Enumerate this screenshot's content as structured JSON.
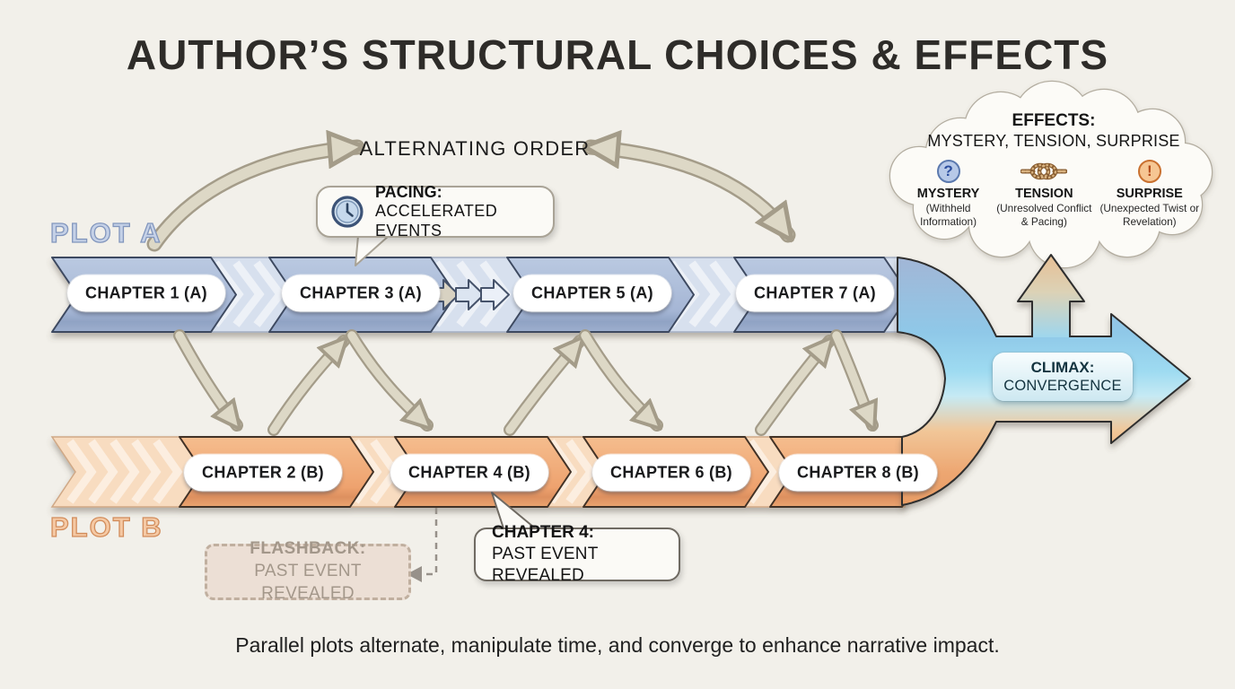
{
  "title": "AUTHOR’S STRUCTURAL CHOICES & EFFECTS",
  "caption": "Parallel plots alternate, manipulate time, and converge to enhance narrative impact.",
  "alternating_order_label": "ALTERNATING ORDER",
  "plot_a": {
    "label": "PLOT A",
    "chapters": [
      "CHAPTER 1 (A)",
      "CHAPTER 3 (A)",
      "CHAPTER 5 (A)",
      "CHAPTER 7 (A)"
    ]
  },
  "plot_b": {
    "label": "PLOT B",
    "chapters": [
      "CHAPTER 2 (B)",
      "CHAPTER 4 (B)",
      "CHAPTER 6 (B)",
      "CHAPTER 8 (B)"
    ]
  },
  "pacing_callout": {
    "icon": "clock-icon",
    "title": "PACING:",
    "text": "ACCELERATED EVENTS"
  },
  "chapter4_callout": {
    "title": "CHAPTER 4:",
    "text": "PAST EVENT REVEALED"
  },
  "flashback_box": {
    "title": "FLASHBACK:",
    "text": "PAST EVENT REVEALED"
  },
  "climax_label": {
    "title": "CLIMAX:",
    "text": "CONVERGENCE"
  },
  "effects_cloud": {
    "title": "EFFECTS:",
    "subtitle": "MYSTERY, TENSION, SURPRISE",
    "items": [
      {
        "icon": "question-icon",
        "glyph": "?",
        "name": "MYSTERY",
        "detail": "(Withheld Information)"
      },
      {
        "icon": "knot-icon",
        "glyph": "",
        "name": "TENSION",
        "detail": "(Unresolved Conflict & Pacing)"
      },
      {
        "icon": "exclamation-icon",
        "glyph": "!",
        "name": "SURPRISE",
        "detail": "(Unexpected Twist or Revelation)"
      }
    ]
  },
  "colors": {
    "background": "#f2f0ea",
    "plot_a_fill": "#a9bbd8",
    "plot_a_outline": "#3d4960",
    "plot_b_fill": "#efa877",
    "plot_b_outline": "#433125",
    "arrow_beige": "#ddd8c6",
    "climax_blue": "#8fd0ec",
    "climax_orange": "#eda26d",
    "cloud_outline": "#b3ada0",
    "mystery_icon_bg": "#b7c9e8",
    "tension_icon_rope": "#c89a62",
    "surprise_icon_bg": "#f6c693"
  }
}
